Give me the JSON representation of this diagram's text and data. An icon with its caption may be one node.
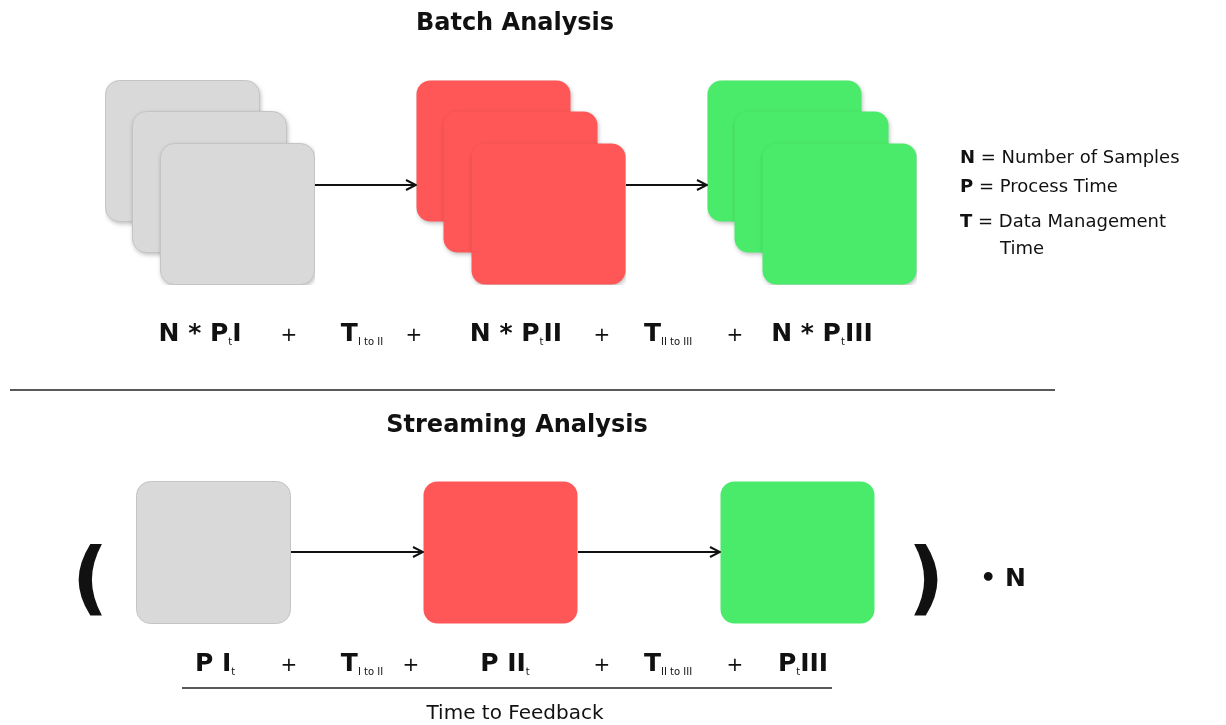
{
  "diagram": {
    "nodes": [
      {
        "text": [],
        "shape": "box"
      },
      {
        "text": [],
        "shape": "box"
      },
      {
        "text": [],
        "shape": "box"
      },
      {
        "text": [],
        "shape": "box"
      },
      {
        "text": [],
        "shape": "box"
      },
      {
        "text": [],
        "shape": "box"
      }
    ],
    "edges": [
      {
        "from": 0,
        "to": 1,
        "arrow": "to"
      },
      {
        "from": 1,
        "to": 2,
        "arrow": "to"
      },
      {
        "from": 3,
        "to": 4,
        "arrow": "to"
      },
      {
        "from": 4,
        "to": 5,
        "arrow": "to"
      }
    ],
    "labels": [
      "Batch Analysis",
      "**N** = Number of Samples",
      "**P** = Process Time",
      "**T** = Data Management Time",
      "N * P$_{t}$I",
      "+",
      "T$_{I to II}$",
      "+",
      "N * P$_{t}$II",
      "+",
      "T$_{II to III}$",
      "+",
      "N * P$_{t}$III",
      "Streaming Analysis",
      "(",
      ")",
      "• N",
      "P I$_{t}$",
      "+",
      "T$_{I to II}$",
      "+",
      "P II$_{t}$",
      "+",
      "T$_{II to III}$",
      "+",
      "P$_{t}$III",
      "Time to Feedback"
    ]
  }
}
